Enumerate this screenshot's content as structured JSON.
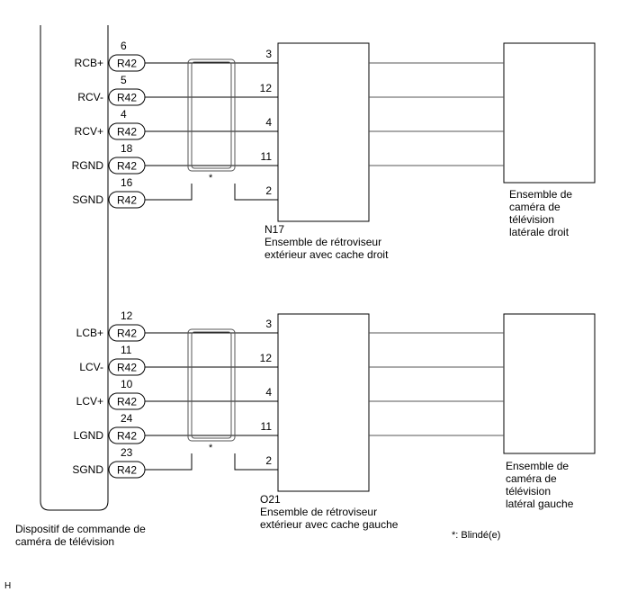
{
  "ecu": {
    "label_line1": "Dispositif de commande de",
    "label_line2": "caméra de télévision"
  },
  "connector_code": "R42",
  "right_group": {
    "mirror_code": "N17",
    "mirror_label_line1": "Ensemble de rétroviseur",
    "mirror_label_line2": "extérieur avec cache droit",
    "camera_label": [
      "Ensemble de",
      "caméra de",
      "télévision",
      "latérale droit"
    ],
    "shield_mark": "*",
    "wires": [
      {
        "ecu_signal": "RCB+",
        "ecu_pin": "6",
        "mirror_pin": "3",
        "mirror_signal": "RCB+"
      },
      {
        "ecu_signal": "RCV-",
        "ecu_pin": "5",
        "mirror_pin": "12",
        "mirror_signal": "RCV-"
      },
      {
        "ecu_signal": "RCV+",
        "ecu_pin": "4",
        "mirror_pin": "4",
        "mirror_signal": "RCV+"
      },
      {
        "ecu_signal": "RGND",
        "ecu_pin": "18",
        "mirror_pin": "11",
        "mirror_signal": "RGND"
      },
      {
        "ecu_signal": "SGND",
        "ecu_pin": "16",
        "mirror_pin": "2",
        "mirror_signal": "SGND"
      }
    ]
  },
  "left_group": {
    "mirror_code": "O21",
    "mirror_label_line1": "Ensemble de rétroviseur",
    "mirror_label_line2": "extérieur avec cache gauche",
    "camera_label": [
      "Ensemble de",
      "caméra de",
      "télévision",
      "latéral gauche"
    ],
    "shield_mark": "*",
    "wires": [
      {
        "ecu_signal": "LCB+",
        "ecu_pin": "12",
        "mirror_pin": "3",
        "mirror_signal": "LCB+"
      },
      {
        "ecu_signal": "LCV-",
        "ecu_pin": "11",
        "mirror_pin": "12",
        "mirror_signal": "LCV-"
      },
      {
        "ecu_signal": "LCV+",
        "ecu_pin": "10",
        "mirror_pin": "4",
        "mirror_signal": "LCV+"
      },
      {
        "ecu_signal": "LGND",
        "ecu_pin": "24",
        "mirror_pin": "11",
        "mirror_signal": "LGND"
      },
      {
        "ecu_signal": "SGND",
        "ecu_pin": "23",
        "mirror_pin": "2",
        "mirror_signal": "SGND"
      }
    ]
  },
  "legend": "*: Blindé(e)",
  "corner_mark": "H"
}
